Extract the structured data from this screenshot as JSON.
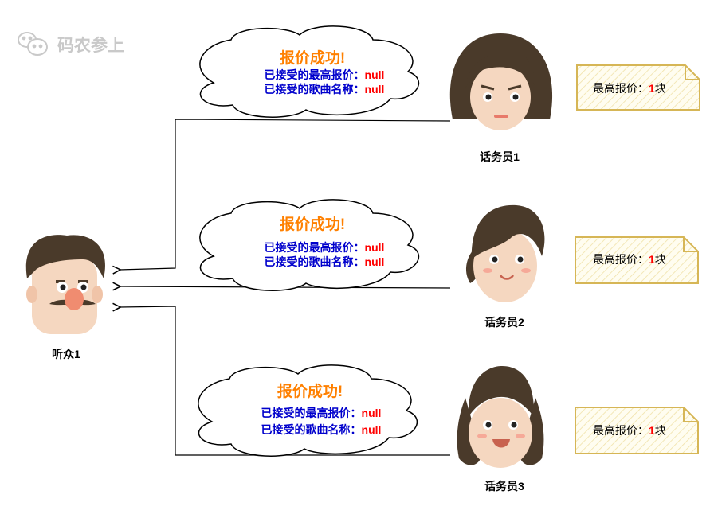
{
  "watermark": {
    "text": "码农参上",
    "icon": "wechat-icon"
  },
  "listener": {
    "label": "听众1"
  },
  "clouds": [
    {
      "title": "报价成功!",
      "lines": [
        {
          "label": "已接受的最高报价：",
          "value": "null"
        },
        {
          "label": "已接受的歌曲名称：",
          "value": "null"
        }
      ]
    },
    {
      "title": "报价成功!",
      "lines": [
        {
          "label": "已接受的最高报价：",
          "value": "null"
        },
        {
          "label": "已接受的歌曲名称：",
          "value": "null"
        }
      ]
    },
    {
      "title": "报价成功!",
      "lines": [
        {
          "label": "已接受的最高报价：",
          "value": "null"
        },
        {
          "label": "已接受的歌曲名称：",
          "value": "null"
        }
      ]
    }
  ],
  "operators": [
    {
      "label": "话务员1",
      "note": {
        "prefix": "最高报价：",
        "number": "1",
        "unit": "块"
      }
    },
    {
      "label": "话务员2",
      "note": {
        "prefix": "最高报价：",
        "number": "1",
        "unit": "块"
      }
    },
    {
      "label": "话务员3",
      "note": {
        "prefix": "最高报价：",
        "number": "1",
        "unit": "块"
      }
    }
  ],
  "colors": {
    "title_orange": "#ff8000",
    "label_blue": "#0000cc",
    "value_red": "#ff0000",
    "note_border": "#d6b656",
    "note_fill": "#fffbea",
    "hair": "#4a3a2a",
    "skin": "#f5d7c0"
  }
}
